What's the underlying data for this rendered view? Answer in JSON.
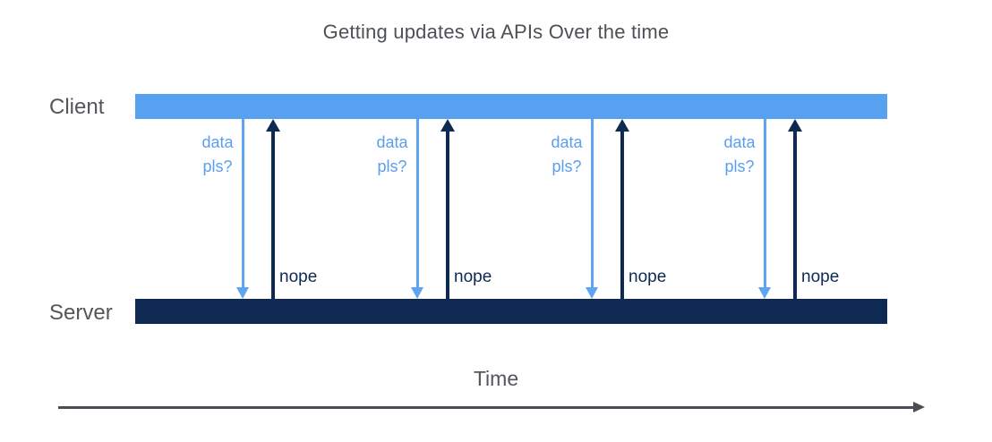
{
  "title": "Getting updates via APIs Over the time",
  "lifelines": {
    "client": {
      "label": "Client"
    },
    "server": {
      "label": "Server"
    }
  },
  "exchanges": [
    {
      "request": "data\npls?",
      "response": "nope"
    },
    {
      "request": "data\npls?",
      "response": "nope"
    },
    {
      "request": "data\npls?",
      "response": "nope"
    },
    {
      "request": "data\npls?",
      "response": "nope"
    }
  ],
  "axis": {
    "label": "Time"
  },
  "colors": {
    "client_bar": "#57a1f0",
    "server_bar": "#0e2a52",
    "request_blue": "#5fa4f2",
    "response_navy": "#0e2a52",
    "label_gray": "#53565b",
    "axis_gray": "#4a4e54"
  }
}
